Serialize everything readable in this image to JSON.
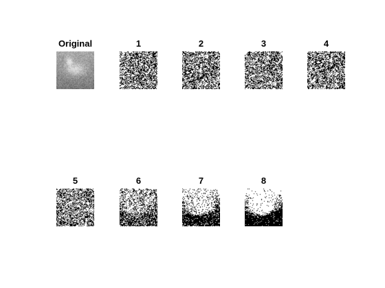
{
  "figure": {
    "panels": [
      {
        "title": "Original",
        "kind": "original"
      },
      {
        "title": "1",
        "kind": "noise",
        "structure": 0.0
      },
      {
        "title": "2",
        "kind": "noise",
        "structure": 0.0
      },
      {
        "title": "3",
        "kind": "noise",
        "structure": 0.0
      },
      {
        "title": "4",
        "kind": "noise",
        "structure": 0.0
      },
      {
        "title": "5",
        "kind": "noise",
        "structure": 0.05
      },
      {
        "title": "6",
        "kind": "noise",
        "structure": 0.35
      },
      {
        "title": "7",
        "kind": "noise",
        "structure": 0.7
      },
      {
        "title": "8",
        "kind": "noise",
        "structure": 0.9
      }
    ]
  }
}
